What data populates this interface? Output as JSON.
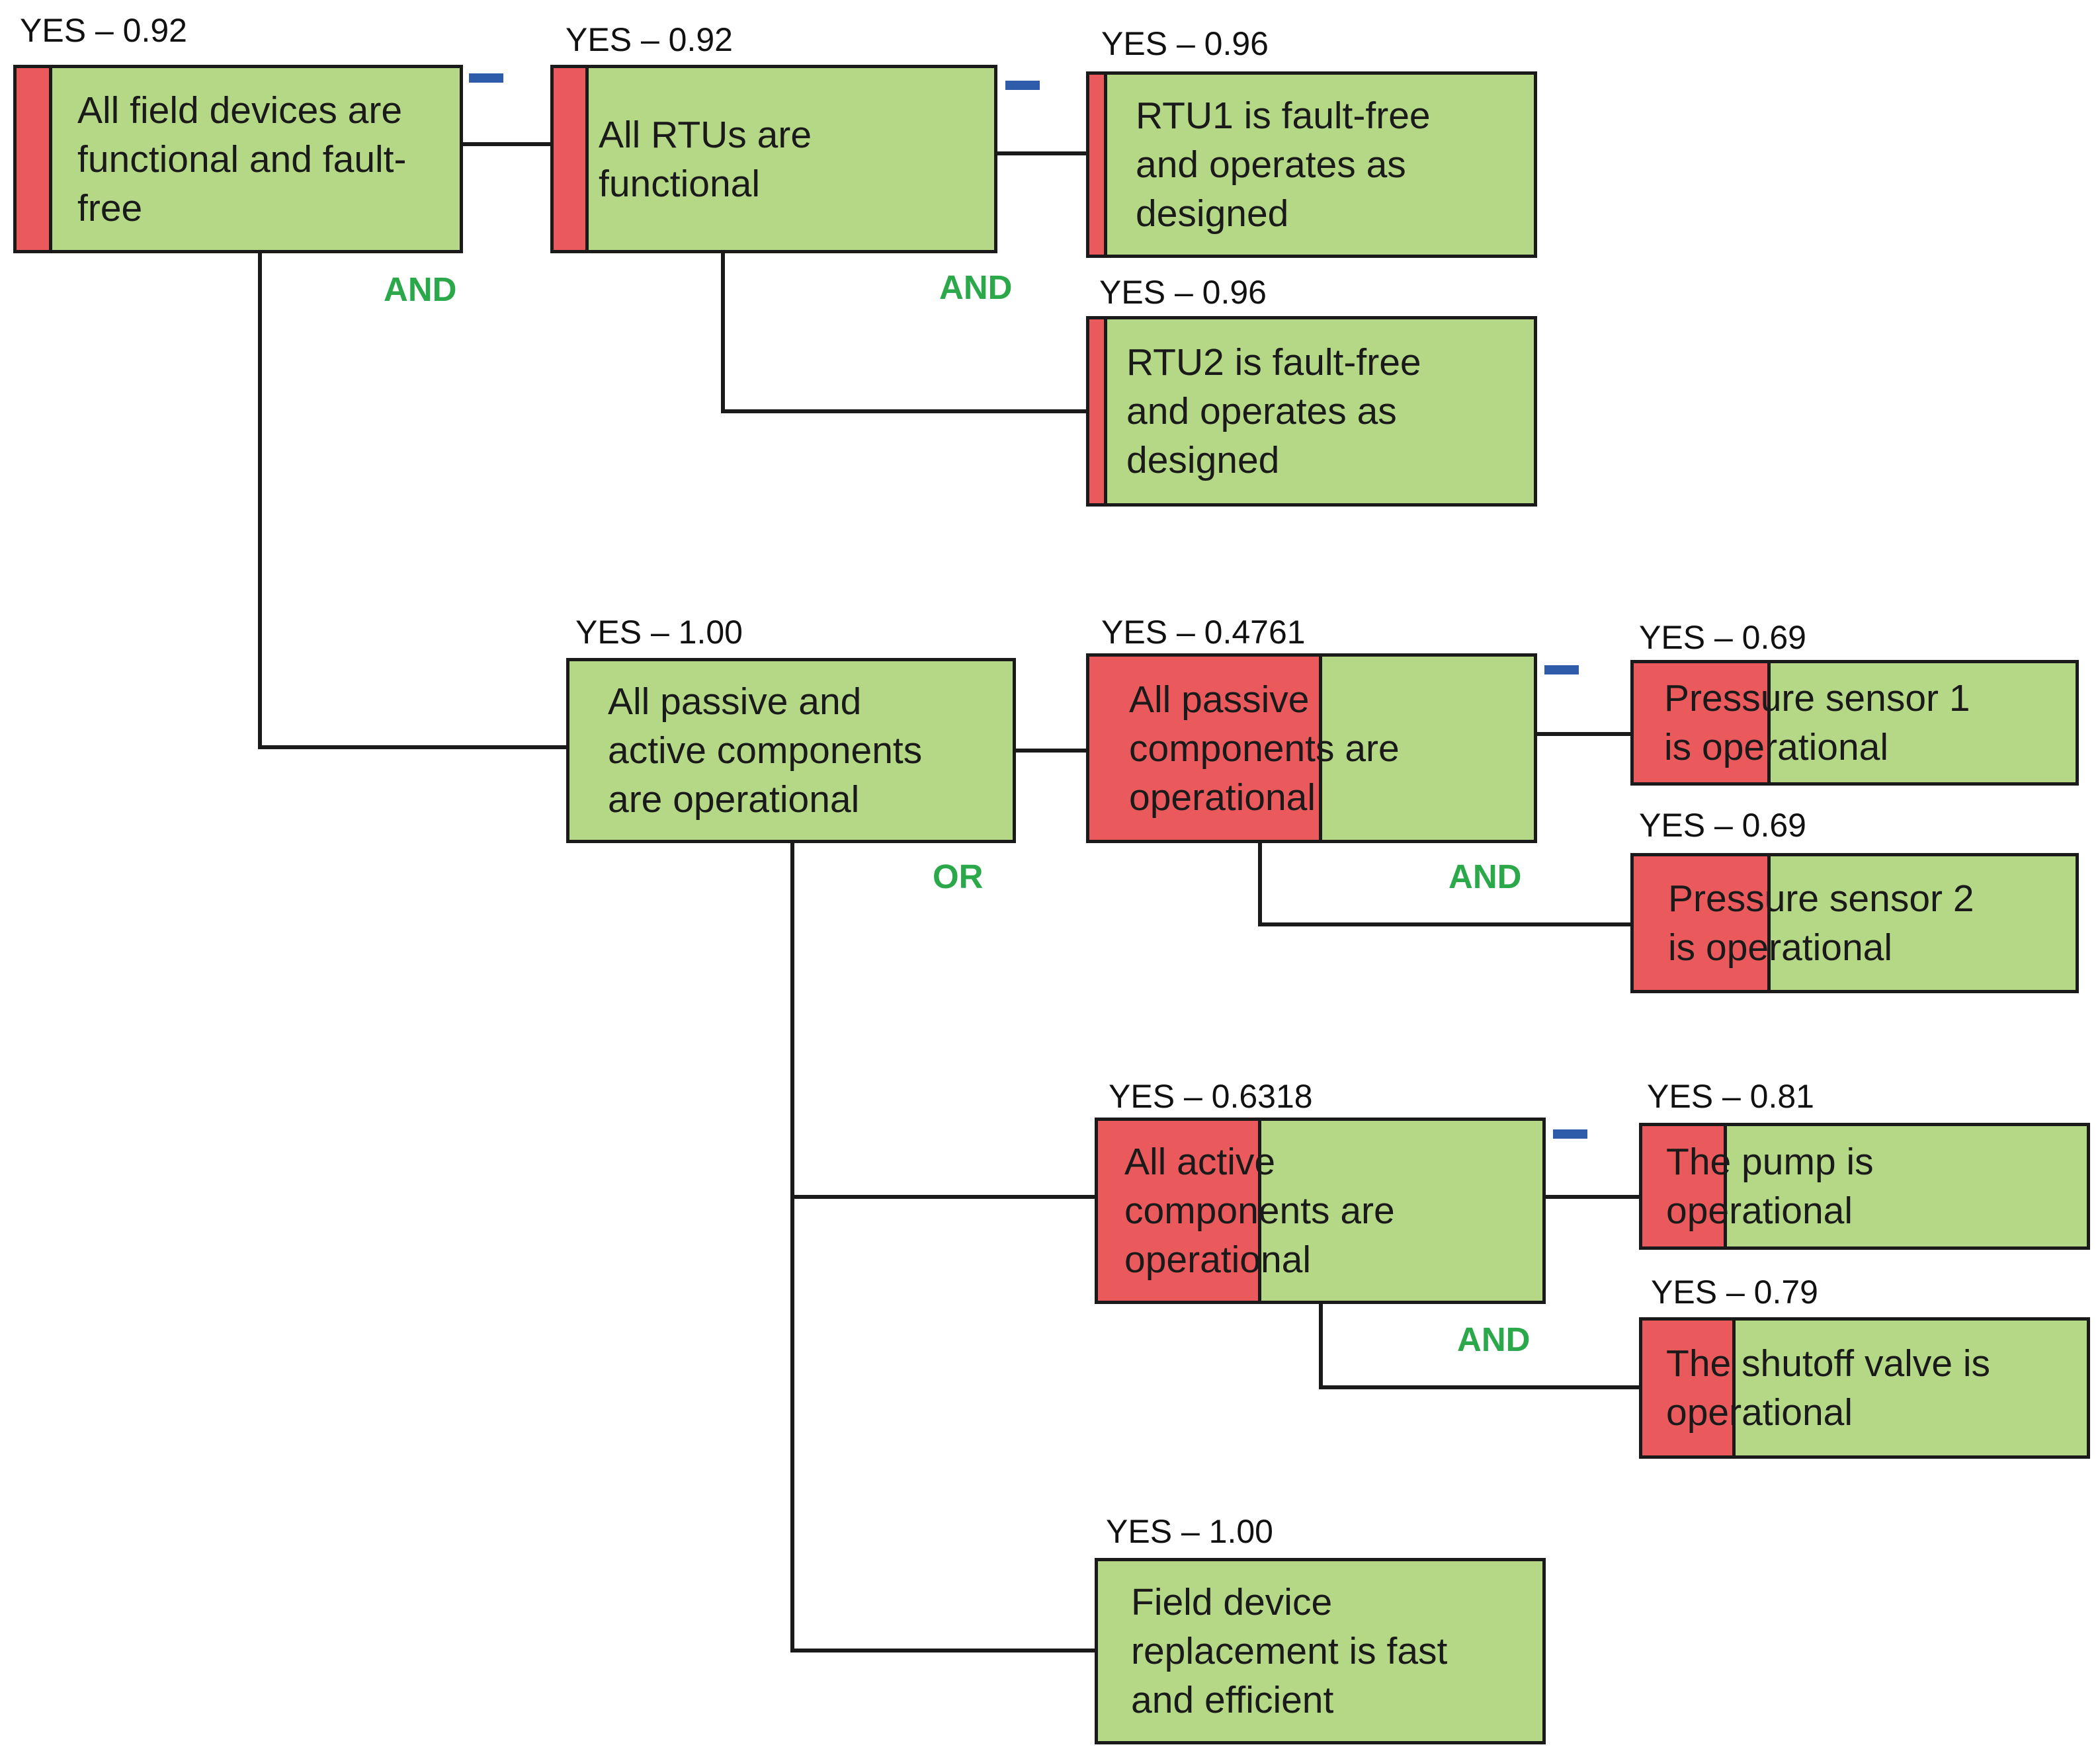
{
  "colors": {
    "satisfied": "#b4d886",
    "unsatisfied": "#ea5a5d",
    "gate_label": "#2aa84a",
    "collapse_marker": "#2e5caa",
    "line": "#1a1a1a"
  },
  "nodes": {
    "field_devices": {
      "prob_label": "YES – 0.92",
      "lines": [
        "All field devices are",
        "functional and fault-",
        "free"
      ],
      "gate": "AND",
      "red_fraction": 0.08
    },
    "rtus": {
      "prob_label": "YES – 0.92",
      "lines": [
        "All RTUs are",
        "functional"
      ],
      "gate": "AND",
      "red_fraction": 0.08
    },
    "rtu1": {
      "prob_label": "YES – 0.96",
      "lines": [
        "RTU1 is fault-free",
        "and operates as",
        "designed"
      ],
      "red_fraction": 0.04
    },
    "rtu2": {
      "prob_label": "YES – 0.96",
      "lines": [
        "RTU2 is fault-free",
        "and operates as",
        "designed"
      ],
      "red_fraction": 0.04
    },
    "passive_active": {
      "prob_label": "YES – 1.00",
      "lines": [
        "All passive and",
        "active components",
        "are operational"
      ],
      "gate": "OR",
      "red_fraction": 0
    },
    "passive": {
      "prob_label": "YES – 0.4761",
      "lines": [
        "All passive",
        "components are",
        "operational"
      ],
      "gate": "AND",
      "red_fraction": 0.5239
    },
    "pressure1": {
      "prob_label": "YES – 0.69",
      "lines": [
        "Pressure sensor 1",
        "is operational"
      ],
      "red_fraction": 0.31
    },
    "pressure2": {
      "prob_label": "YES – 0.69",
      "lines": [
        "Pressure sensor 2",
        "is operational"
      ],
      "red_fraction": 0.31
    },
    "active": {
      "prob_label": "YES – 0.6318",
      "lines": [
        "All active",
        "components are",
        "operational"
      ],
      "gate": "AND",
      "red_fraction": 0.3682
    },
    "pump": {
      "prob_label": "YES – 0.81",
      "lines": [
        "The pump is",
        "operational"
      ],
      "red_fraction": 0.19
    },
    "valve": {
      "prob_label": "YES – 0.79",
      "lines": [
        "The shutoff valve is",
        "operational"
      ],
      "red_fraction": 0.21
    },
    "replacement": {
      "prob_label": "YES – 1.00",
      "lines": [
        "Field device",
        "replacement is fast",
        "and efficient"
      ],
      "red_fraction": 0
    }
  }
}
